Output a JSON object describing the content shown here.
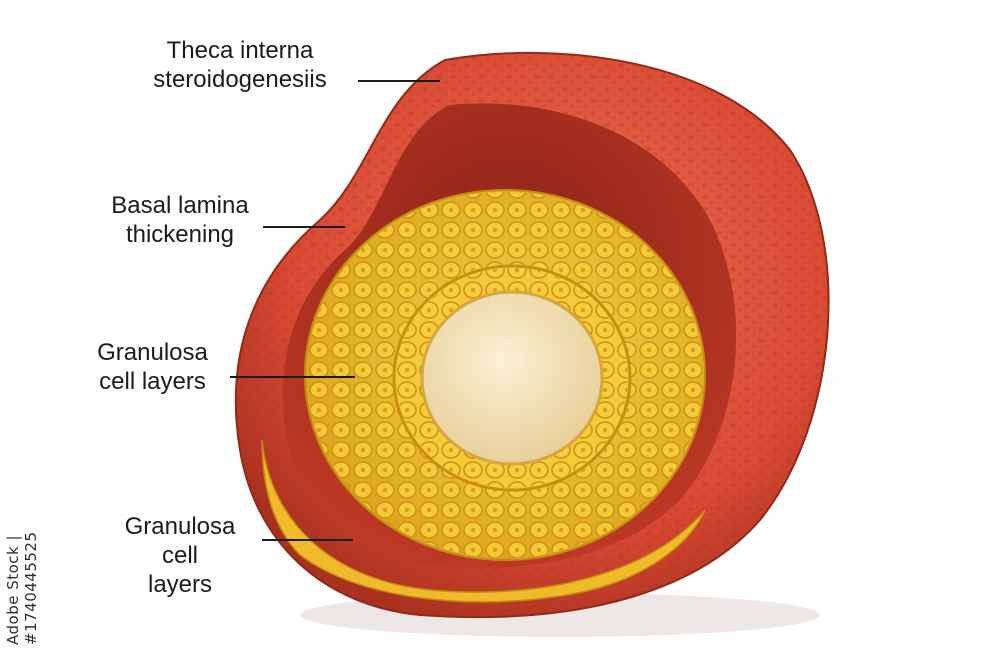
{
  "labels": [
    {
      "id": "theca-interna",
      "lines": [
        "Theca interna",
        "steroidogenesiis"
      ]
    },
    {
      "id": "basal-lamina",
      "lines": [
        "Basal lamina",
        "thickening"
      ]
    },
    {
      "id": "granulosa-upper",
      "lines": [
        "Granulosa",
        "cell layers"
      ]
    },
    {
      "id": "granulosa-lower",
      "lines": [
        "Granulosa",
        "cell",
        "layers"
      ]
    }
  ],
  "watermark": "Adobe Stock | #1740445525",
  "colors": {
    "theca_outer": "#d94a33",
    "theca_dark": "#a8301f",
    "theca_light": "#ee7a5c",
    "granulosa": "#f2c12e",
    "granulosa_dark": "#d79a12",
    "oocyte": "#f3e2bb",
    "leader_line": "#1b1b1b"
  }
}
